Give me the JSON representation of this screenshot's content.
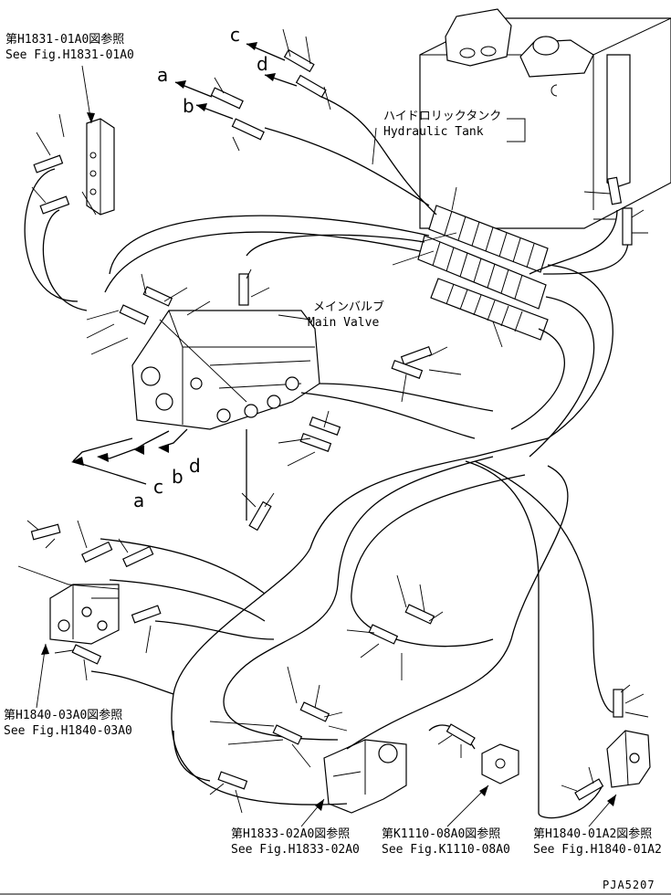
{
  "references": {
    "top_left": {
      "jp": "第H1831-01A0図参照",
      "en": "See Fig.H1831-01A0"
    },
    "mid_left": {
      "jp": "第H1840-03A0図参照",
      "en": "See Fig.H1840-03A0"
    },
    "bottom_center": {
      "jp": "第H1833-02A0図参照",
      "en": "See Fig.H1833-02A0"
    },
    "bottom_mid": {
      "jp": "第K1110-08A0図参照",
      "en": "See Fig.K1110-08A0"
    },
    "bottom_right": {
      "jp": "第H1840-01A2図参照",
      "en": "See Fig.H1840-01A2"
    }
  },
  "components": {
    "tank": {
      "jp": "ハイドロリックタンク",
      "en": "Hydraulic Tank"
    },
    "main_valve": {
      "jp": "メインバルブ",
      "en": "Main Valve"
    }
  },
  "arrow_letters": {
    "top": [
      "c",
      "d",
      "a",
      "b"
    ],
    "bottom": [
      "a",
      "c",
      "b",
      "d"
    ]
  },
  "drawing_code": "PJA5207"
}
